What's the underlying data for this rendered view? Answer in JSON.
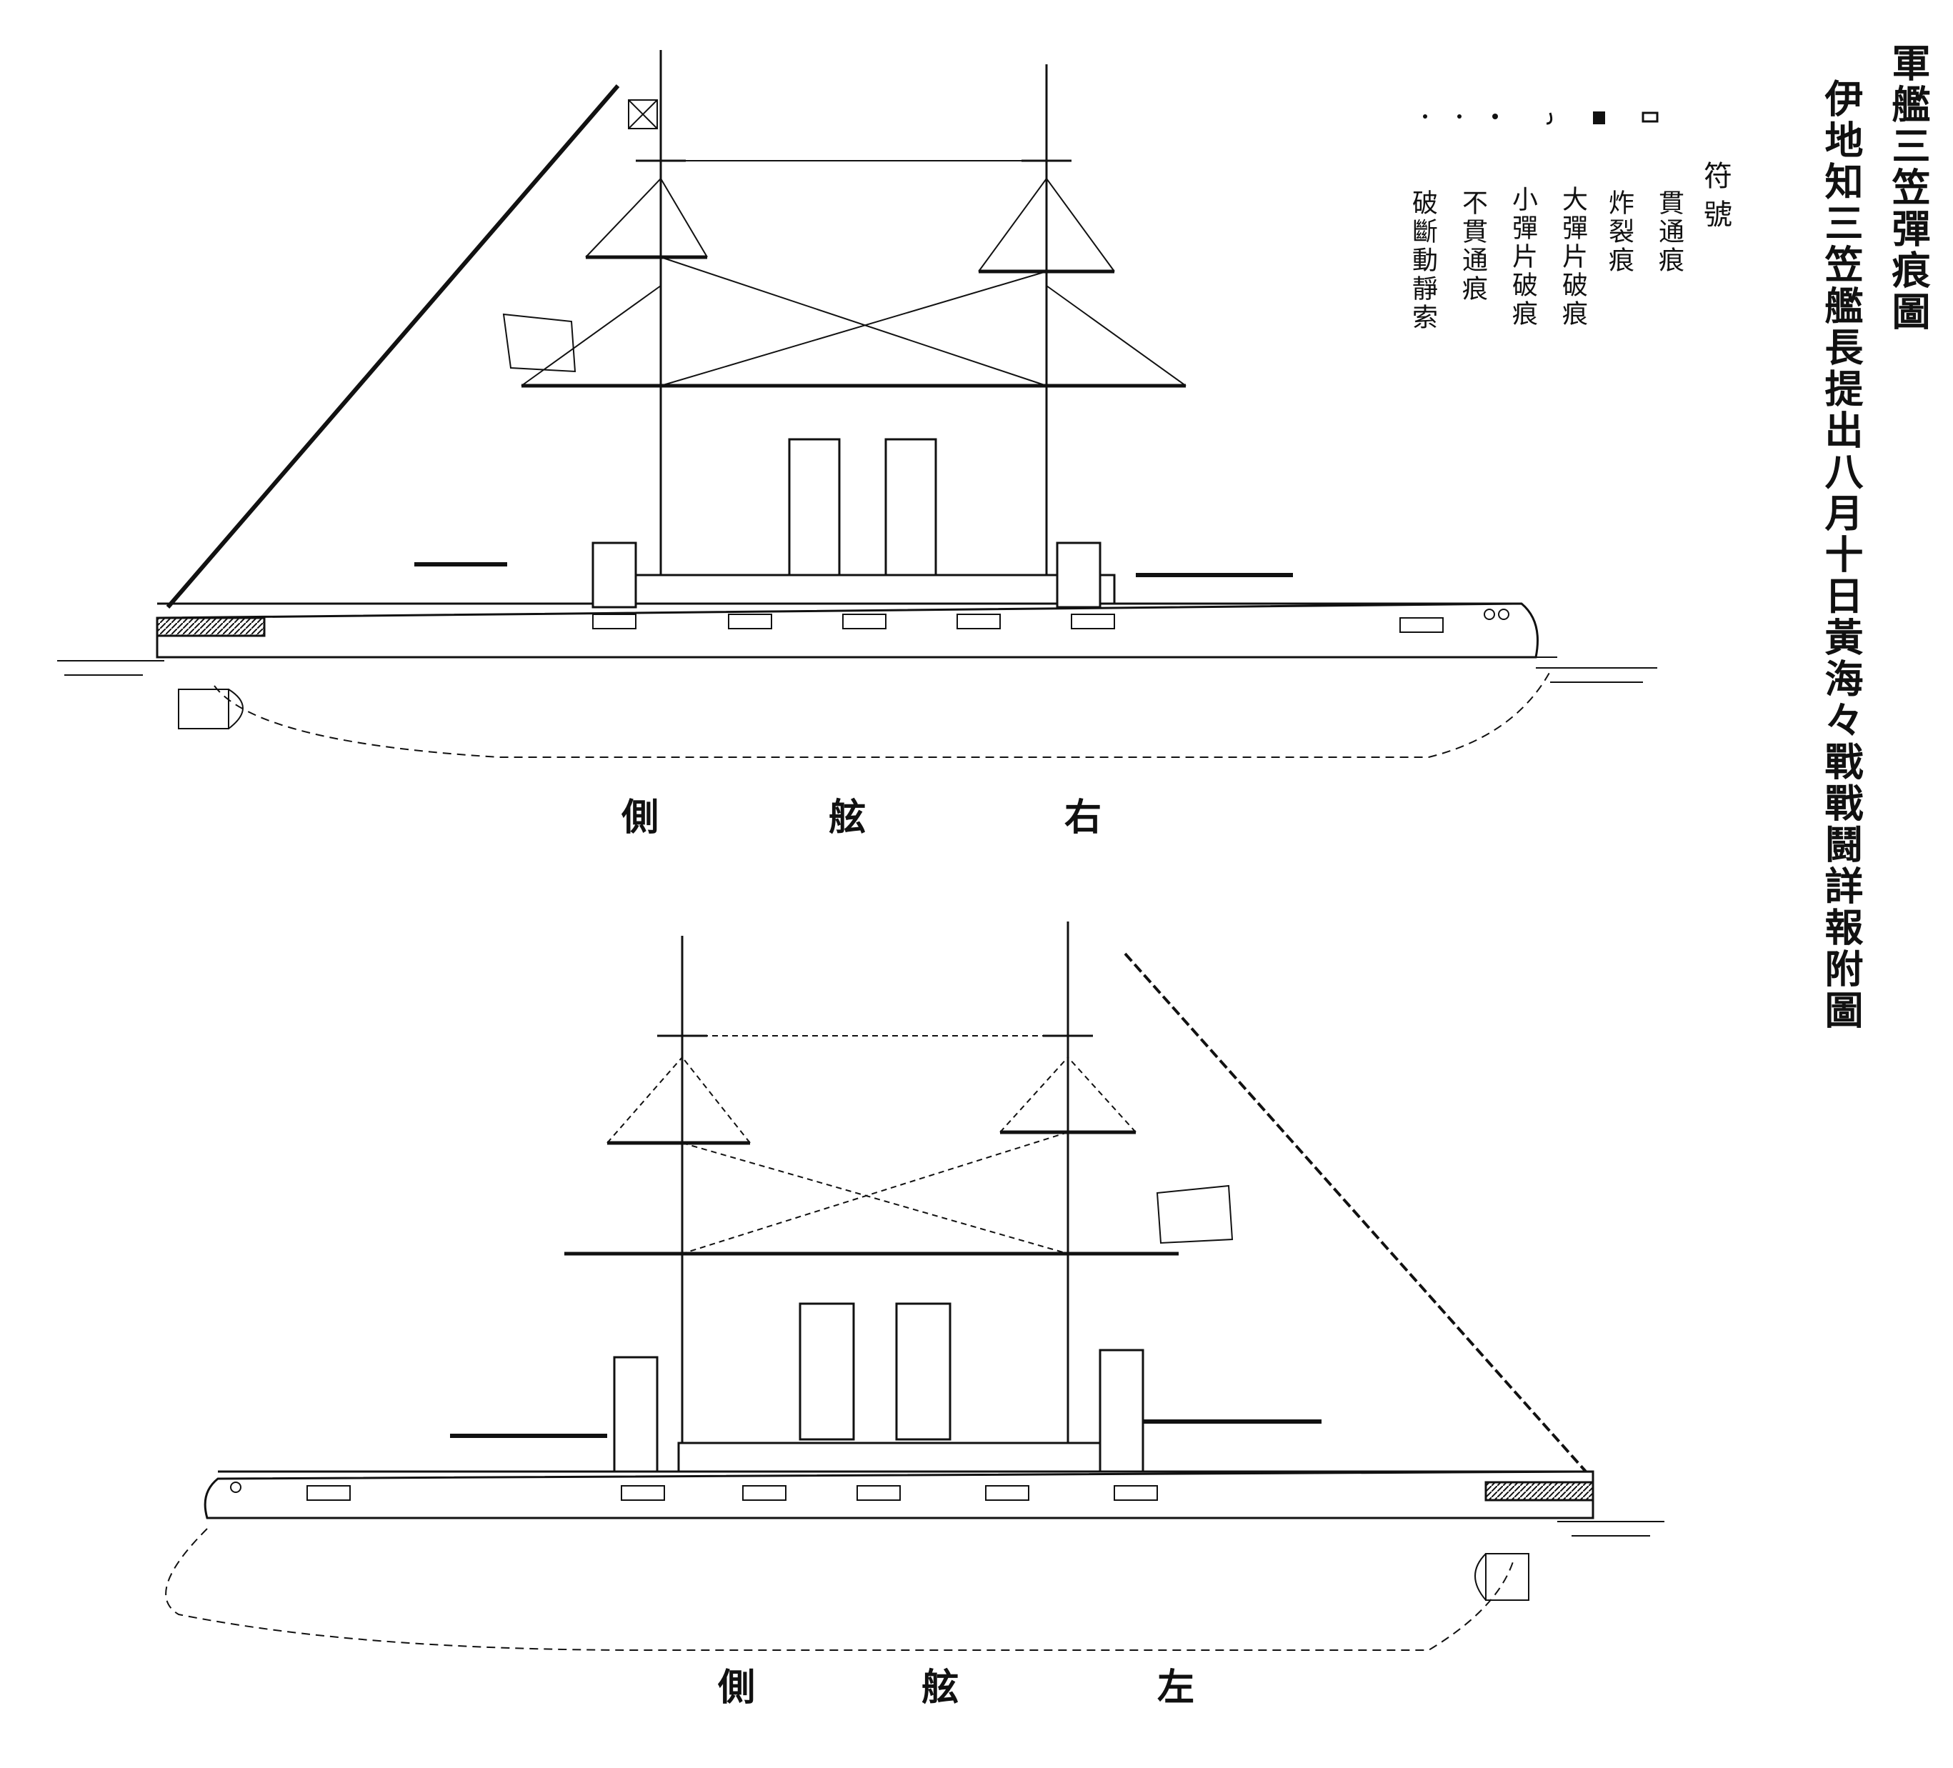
{
  "title": "軍艦三笠彈痕圖",
  "subtitle": "伊地知三笠艦長提出八月十日黃海々戰戰鬪詳報附圖",
  "legend": {
    "heading": "符號",
    "items": [
      {
        "label": "貫通痕"
      },
      {
        "label": "炸裂痕"
      },
      {
        "label": "大彈片破痕"
      },
      {
        "label": "小彈片破痕"
      },
      {
        "label": "不貫通痕"
      },
      {
        "label": "破斷動靜索"
      }
    ]
  },
  "views": {
    "starboard": {
      "chars": [
        "側",
        "舷",
        "右"
      ]
    },
    "port": {
      "chars": [
        "側",
        "舷",
        "左"
      ]
    }
  },
  "colors": {
    "ink": "#111111",
    "paper": "#ffffff"
  }
}
